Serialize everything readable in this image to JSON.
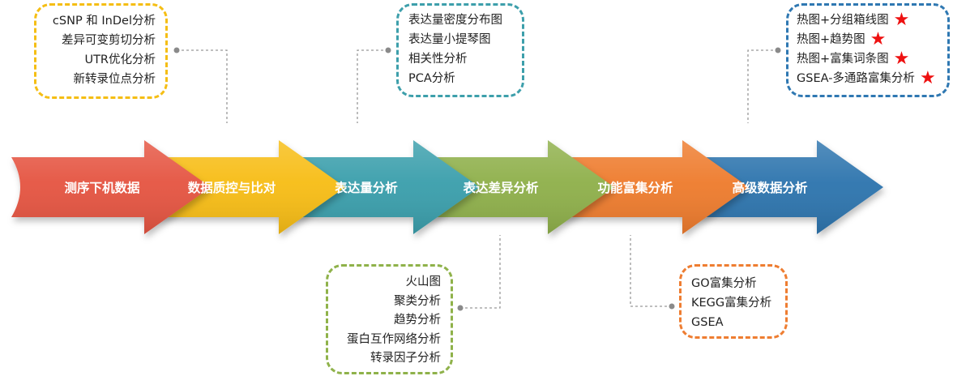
{
  "stages": [
    {
      "label": "测序下机数据",
      "color": "#e55442"
    },
    {
      "label": "数据质控与比对",
      "color": "#f7bd12"
    },
    {
      "label": "表达量分析",
      "color": "#3b9fac"
    },
    {
      "label": "表达差异分析",
      "color": "#8fb04c"
    },
    {
      "label": "功能富集分析",
      "color": "#ee7b2f"
    },
    {
      "label": "高级数据分析",
      "color": "#2f74ae"
    }
  ],
  "boxes": {
    "variant": {
      "color": "#f5be14",
      "items": [
        "cSNP 和 InDel分析",
        "差异可变剪切分析",
        "UTR优化分析",
        "新转录位点分析"
      ]
    },
    "expression": {
      "color": "#3d9fab",
      "items": [
        "表达量密度分布图",
        "表达量小提琴图",
        "相关性分析",
        "PCA分析"
      ]
    },
    "advanced": {
      "color": "#2f78b2",
      "items": [
        "热图+分组箱线图",
        "热图+趋势图",
        "热图+富集词条图",
        "GSEA-多通路富集分析"
      ]
    },
    "differential": {
      "color": "#8fb24a",
      "items": [
        "火山图",
        "聚类分析",
        "趋势分析",
        "蛋白互作网络分析",
        "转录因子分析"
      ]
    },
    "enrichment": {
      "color": "#ee7d31",
      "items": [
        "GO富集分析",
        "KEGG富集分析",
        "GSEA"
      ]
    }
  },
  "icons": {
    "highlight": "star-icon",
    "connector_end": "dot-icon"
  },
  "connector_color": "#999999"
}
